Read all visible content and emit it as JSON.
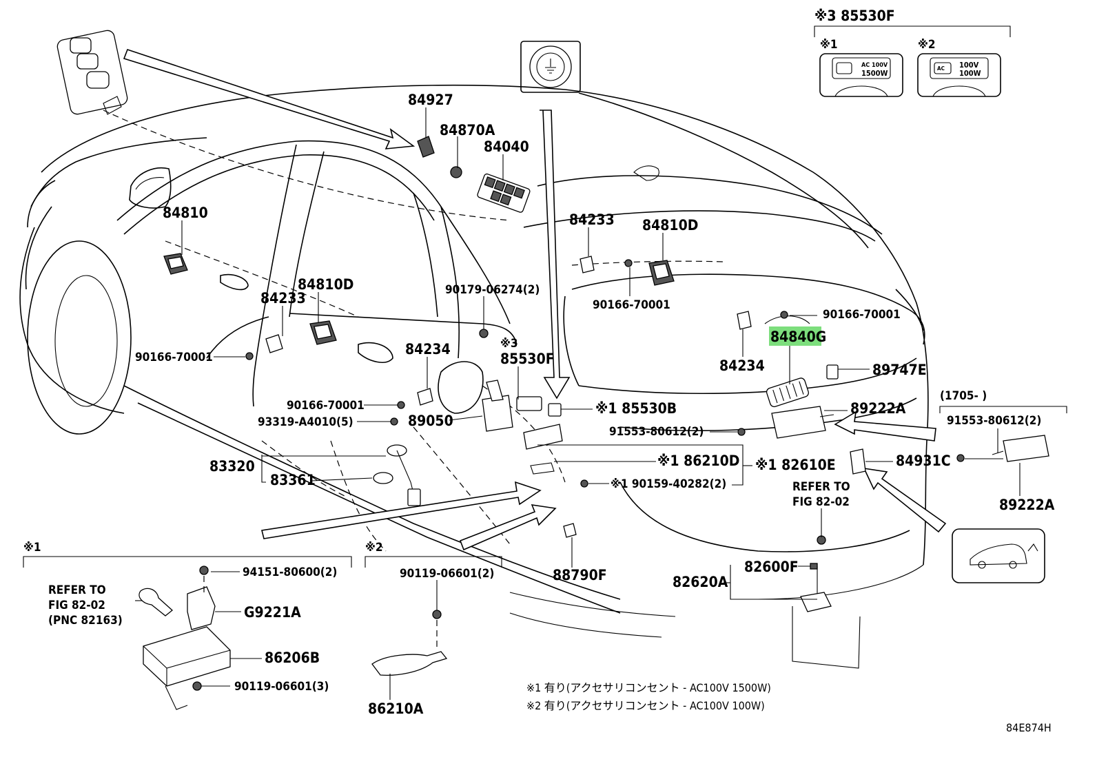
{
  "diagram_code": "84E874H",
  "highlighted_part": "84840G",
  "callouts": {
    "p85530F_top": "※3 85530F",
    "note1": "※1",
    "note2": "※2",
    "p84927": "84927",
    "p84870A": "84870A",
    "p84040": "84040",
    "p84810": "84810",
    "p84233_a": "84233",
    "p84810D_a": "84810D",
    "p84233_b": "84233",
    "p84810D_b": "84810D",
    "p90179": "90179-06274(2)",
    "p90166_a": "90166-70001",
    "p90166_b": "90166-70001",
    "p90166_c": "90166-70001",
    "p90166_d": "90166-70001",
    "p84234_a": "84234",
    "p84234_b": "84234",
    "p84840G": "84840G",
    "p89747E": "89747E",
    "p85530F_mid_note": "※3",
    "p85530F_mid": "85530F",
    "p85530B": "※1 85530B",
    "p89050": "89050",
    "p93319": "93319-A4010(5)",
    "p89222A_a": "89222A",
    "p91553_a": "91553-80612(2)",
    "p83320": "83320",
    "p83361": "83361",
    "p86210D": "※1 86210D",
    "p82610E": "※1 82610E",
    "p84931C": "84931C",
    "p90159": "※1 90159-40282(2)",
    "p1705": "(1705-        )",
    "p91553_b": "91553-80612(2)",
    "p89222A_b": "89222A",
    "refer1": "REFER TO",
    "refer2": "FIG 82-02",
    "p88790F": "88790F",
    "p82600F": "82600F",
    "p82620A": "82620A",
    "box1_title": "※1",
    "box1_p94151": "94151-80600(2)",
    "box1_refer1": "REFER TO",
    "box1_refer2": "FIG 82-02",
    "box1_refer3": "(PNC 82163)",
    "box1_G9221A": "G9221A",
    "box1_86206B": "86206B",
    "box1_90119": "90119-06601(3)",
    "box2_title": "※2",
    "box2_90119": "90119-06601(2)",
    "box2_86210A": "86210A",
    "footnote1": "※1 有り(アクセサリコンセント - AC100V 1500W)",
    "footnote2": "※2 有り(アクセサリコンセント - AC100V 100W)",
    "outlet1_text1": "AC 100V",
    "outlet1_text2": "1500W",
    "outlet2_text1": "100V",
    "outlet2_text2": "100W",
    "outlet2_ac": "AC"
  }
}
